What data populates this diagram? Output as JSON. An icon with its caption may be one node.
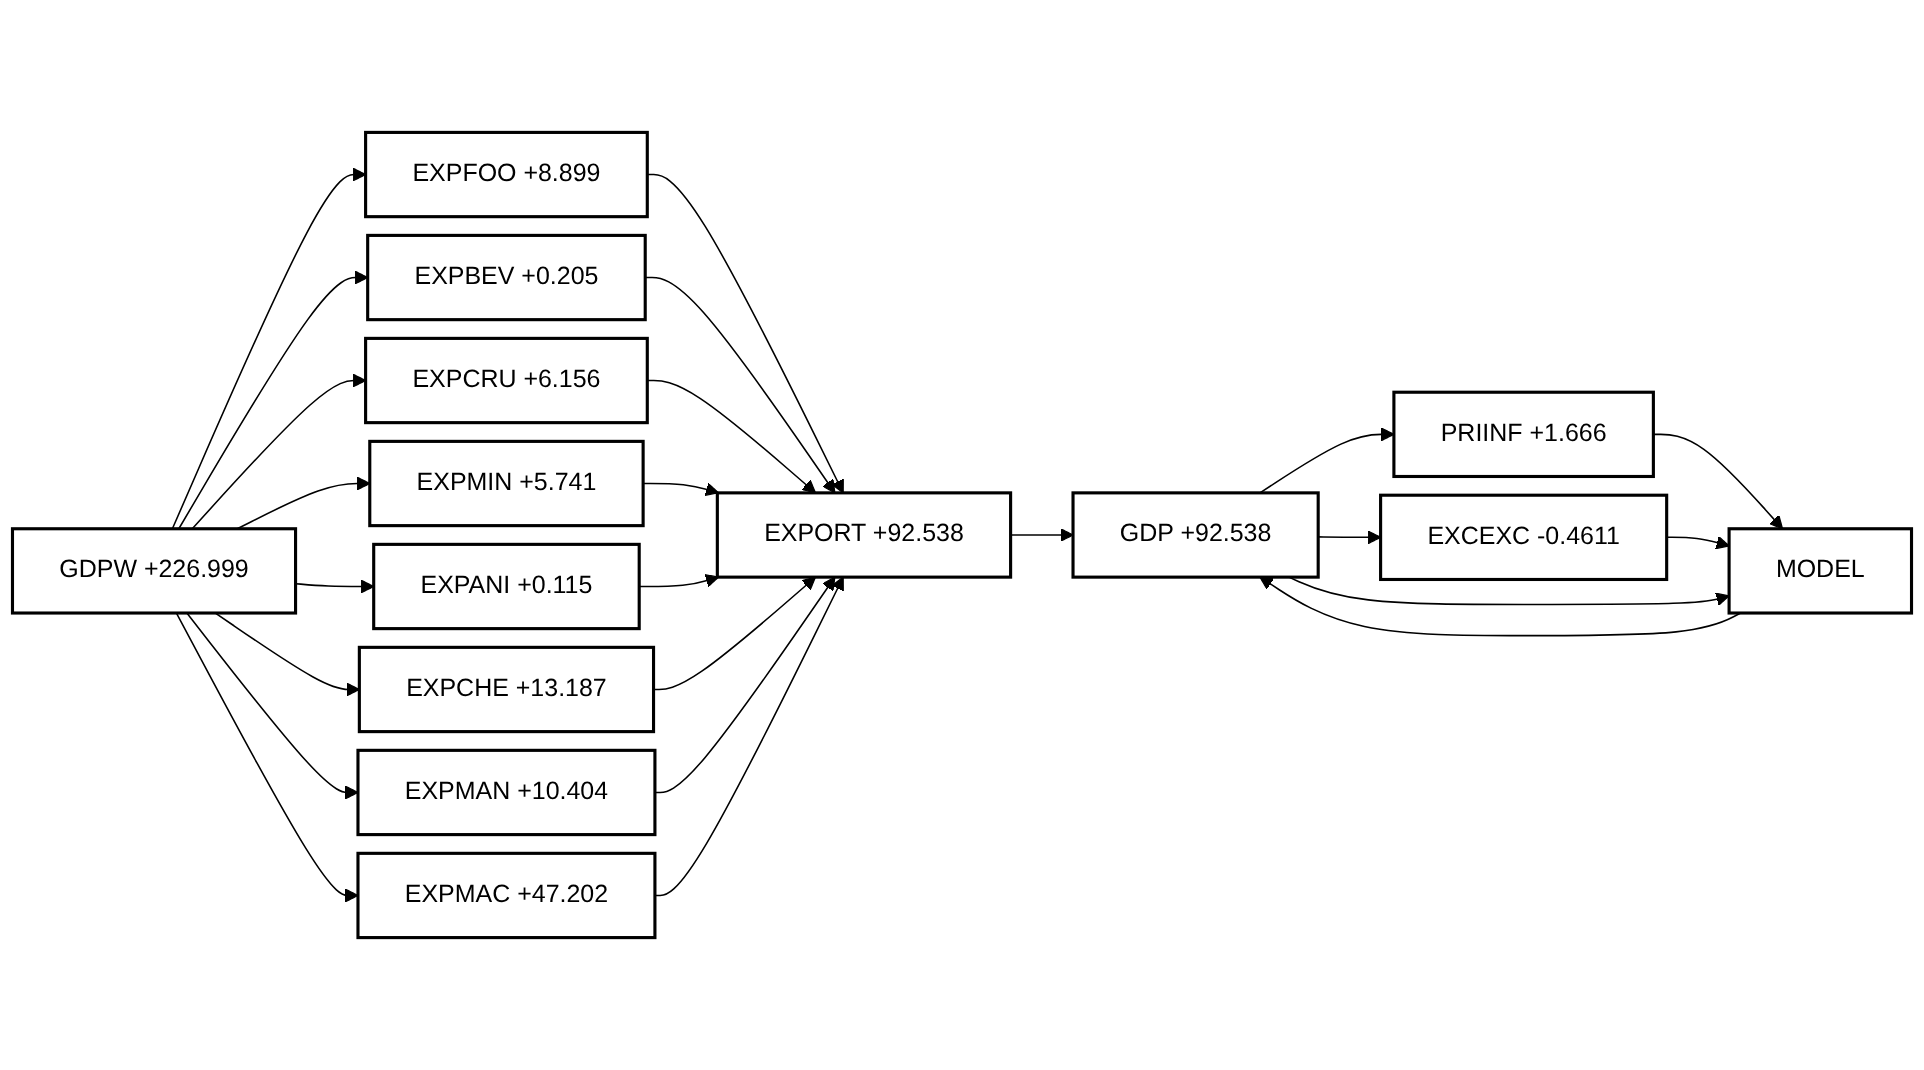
{
  "diagram": {
    "nodes": [
      {
        "text": [
          "GDPW +226.999"
        ]
      },
      {
        "text": [
          "EXPFOO +8.899"
        ]
      },
      {
        "text": [
          "EXPBEV +0.205"
        ]
      },
      {
        "text": [
          "EXPCRU +6.156"
        ]
      },
      {
        "text": [
          "EXPMIN +5.741"
        ]
      },
      {
        "text": [
          "EXPANI +0.115"
        ]
      },
      {
        "text": [
          "EXPCHE +13.187"
        ]
      },
      {
        "text": [
          "EXPMAN +10.404"
        ]
      },
      {
        "text": [
          "EXPMAC +47.202"
        ]
      },
      {
        "text": [
          "EXPORT +92.538"
        ]
      },
      {
        "text": [
          "GDP +92.538"
        ]
      },
      {
        "text": [
          "PRIINF +1.666"
        ]
      },
      {
        "text": [
          "EXCEXC -0.4611"
        ]
      },
      {
        "text": [
          "MODEL"
        ]
      }
    ],
    "edges": [
      {
        "from": 0,
        "to": 1,
        "arrow": "to"
      },
      {
        "from": 0,
        "to": 2,
        "arrow": "to"
      },
      {
        "from": 0,
        "to": 3,
        "arrow": "to"
      },
      {
        "from": 0,
        "to": 4,
        "arrow": "to"
      },
      {
        "from": 0,
        "to": 5,
        "arrow": "to"
      },
      {
        "from": 0,
        "to": 6,
        "arrow": "to"
      },
      {
        "from": 0,
        "to": 7,
        "arrow": "to"
      },
      {
        "from": 0,
        "to": 8,
        "arrow": "to"
      },
      {
        "from": 1,
        "to": 9,
        "arrow": "to"
      },
      {
        "from": 2,
        "to": 9,
        "arrow": "to"
      },
      {
        "from": 3,
        "to": 9,
        "arrow": "to"
      },
      {
        "from": 4,
        "to": 9,
        "arrow": "to"
      },
      {
        "from": 5,
        "to": 9,
        "arrow": "to"
      },
      {
        "from": 6,
        "to": 9,
        "arrow": "to"
      },
      {
        "from": 7,
        "to": 9,
        "arrow": "to"
      },
      {
        "from": 8,
        "to": 9,
        "arrow": "to"
      },
      {
        "from": 9,
        "to": 10,
        "arrow": "to"
      },
      {
        "from": 10,
        "to": 11,
        "arrow": "to"
      },
      {
        "from": 10,
        "to": 12,
        "arrow": "to"
      },
      {
        "from": 11,
        "to": 13,
        "arrow": "to"
      },
      {
        "from": 12,
        "to": 13,
        "arrow": "to"
      },
      {
        "from": 13,
        "to": 10,
        "arrow": "to"
      },
      {
        "from": 10,
        "to": 13,
        "arrow": "to"
      }
    ]
  }
}
